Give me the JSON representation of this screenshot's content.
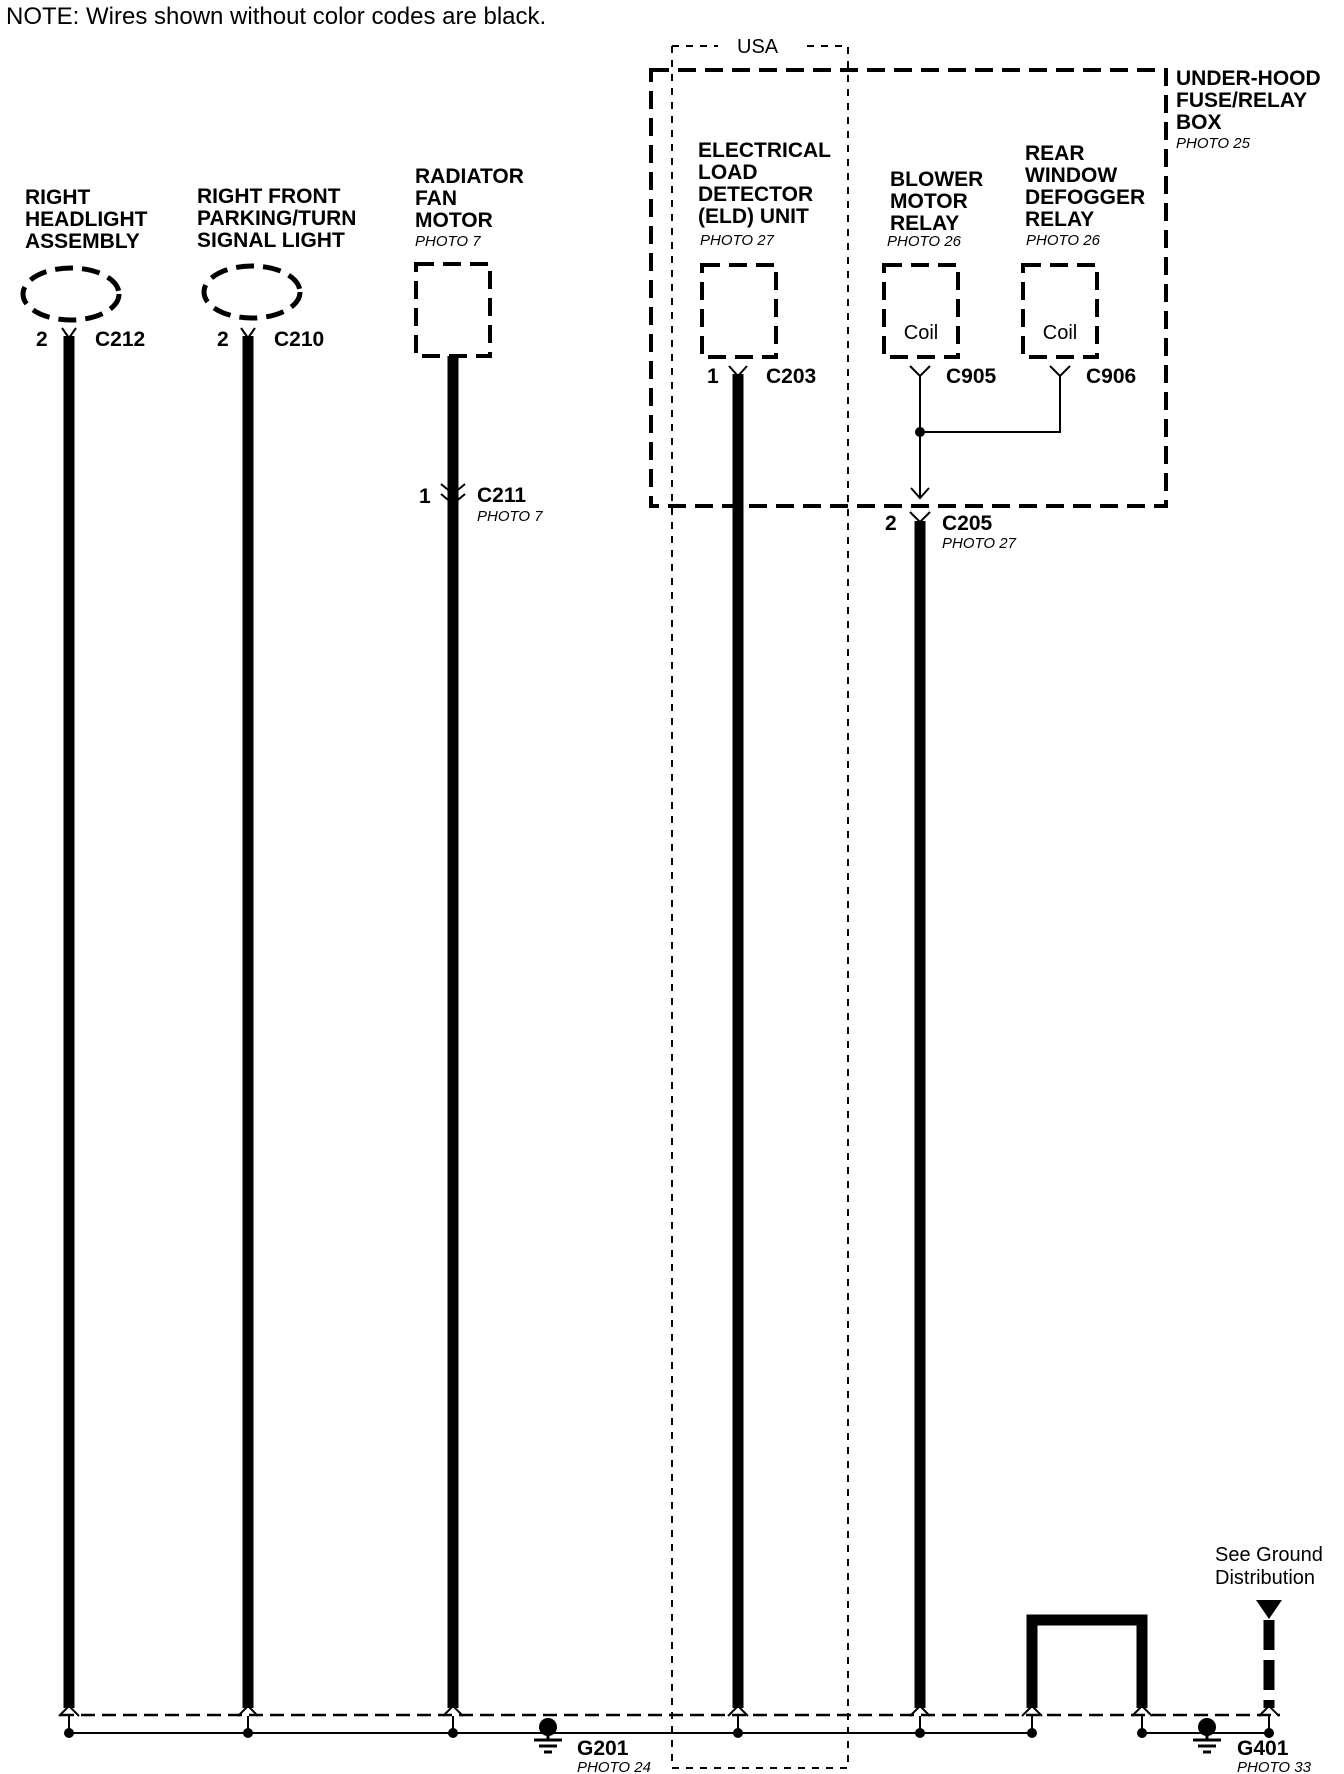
{
  "note": "NOTE: Wires shown without color codes are black.",
  "usa_label": "USA",
  "fuse_box": {
    "lines": [
      "UNDER-HOOD",
      "FUSE/RELAY",
      "BOX"
    ],
    "photo": "PHOTO 25"
  },
  "components": {
    "headlight": {
      "lines": [
        "RIGHT",
        "HEADLIGHT",
        "ASSEMBLY"
      ],
      "pin": "2",
      "connector": "C212"
    },
    "parking_light": {
      "lines": [
        "RIGHT FRONT",
        "PARKING/TURN",
        "SIGNAL LIGHT"
      ],
      "pin": "2",
      "connector": "C210"
    },
    "fan_motor": {
      "lines": [
        "RADIATOR",
        "FAN",
        "MOTOR"
      ],
      "photo": "PHOTO 7",
      "pin": "1",
      "connector": "C211",
      "connector_photo": "PHOTO 7"
    },
    "eld": {
      "lines": [
        "ELECTRICAL",
        "LOAD",
        "DETECTOR",
        "(ELD) UNIT"
      ],
      "photo": "PHOTO 27",
      "pin": "1",
      "connector": "C203"
    },
    "blower": {
      "lines": [
        "BLOWER",
        "MOTOR",
        "RELAY"
      ],
      "photo": "PHOTO 26",
      "coil": "Coil",
      "connector": "C905"
    },
    "defogger": {
      "lines": [
        "REAR",
        "WINDOW",
        "DEFOGGER",
        "RELAY"
      ],
      "photo": "PHOTO 26",
      "coil": "Coil",
      "connector": "C906"
    }
  },
  "c205": {
    "pin": "2",
    "connector": "C205",
    "photo": "PHOTO 27"
  },
  "grounds": {
    "g201": {
      "label": "G201",
      "photo": "PHOTO 24"
    },
    "g401": {
      "label": "G401",
      "photo": "PHOTO 33"
    },
    "see_ground": [
      "See Ground",
      "Distribution"
    ]
  }
}
